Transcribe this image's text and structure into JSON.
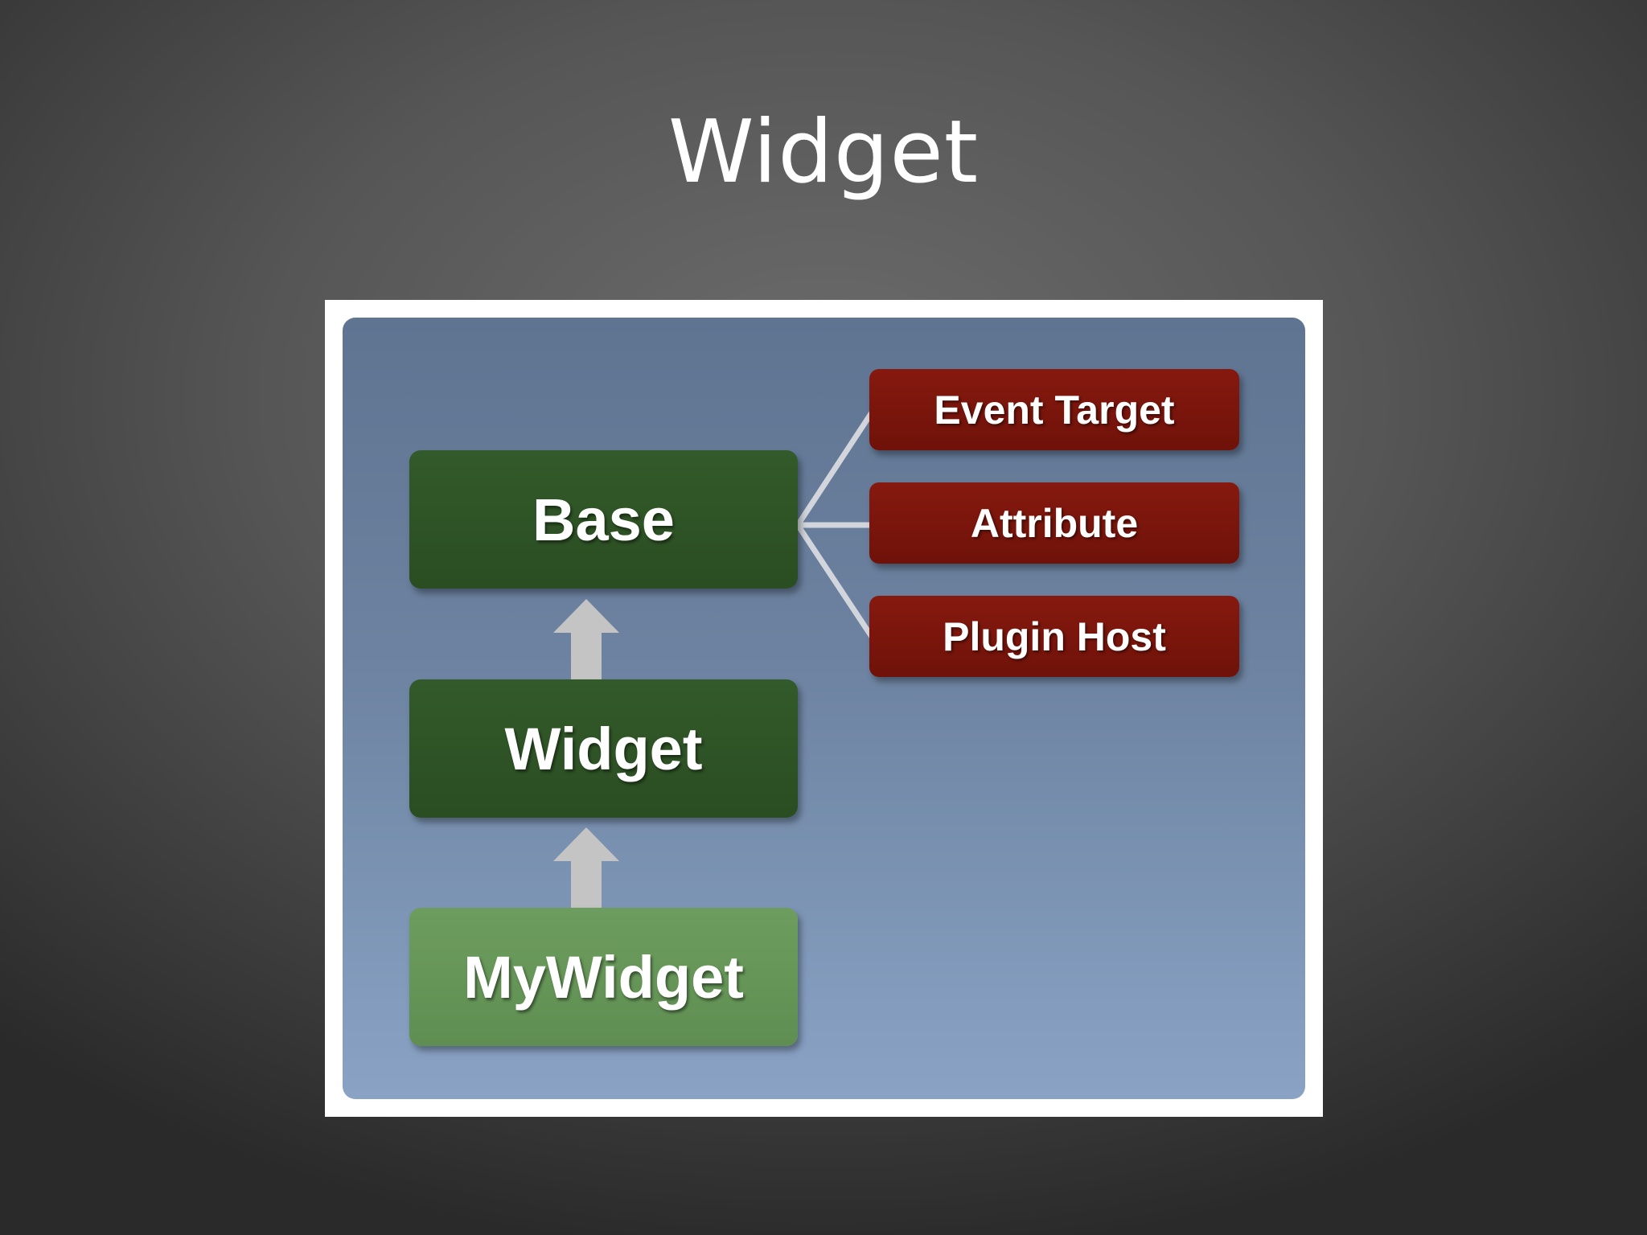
{
  "slide": {
    "title": "Widget"
  },
  "diagram": {
    "nodes": {
      "base": "Base",
      "widget": "Widget",
      "mywidget": "MyWidget",
      "event_target": "Event Target",
      "attribute": "Attribute",
      "plugin_host": "Plugin Host"
    },
    "colors": {
      "dark_green": "#2f5426",
      "light_green": "#66965a",
      "dark_red": "#7a150c",
      "connector": "#d2d6dc",
      "arrow": "#c4c4c4"
    }
  }
}
